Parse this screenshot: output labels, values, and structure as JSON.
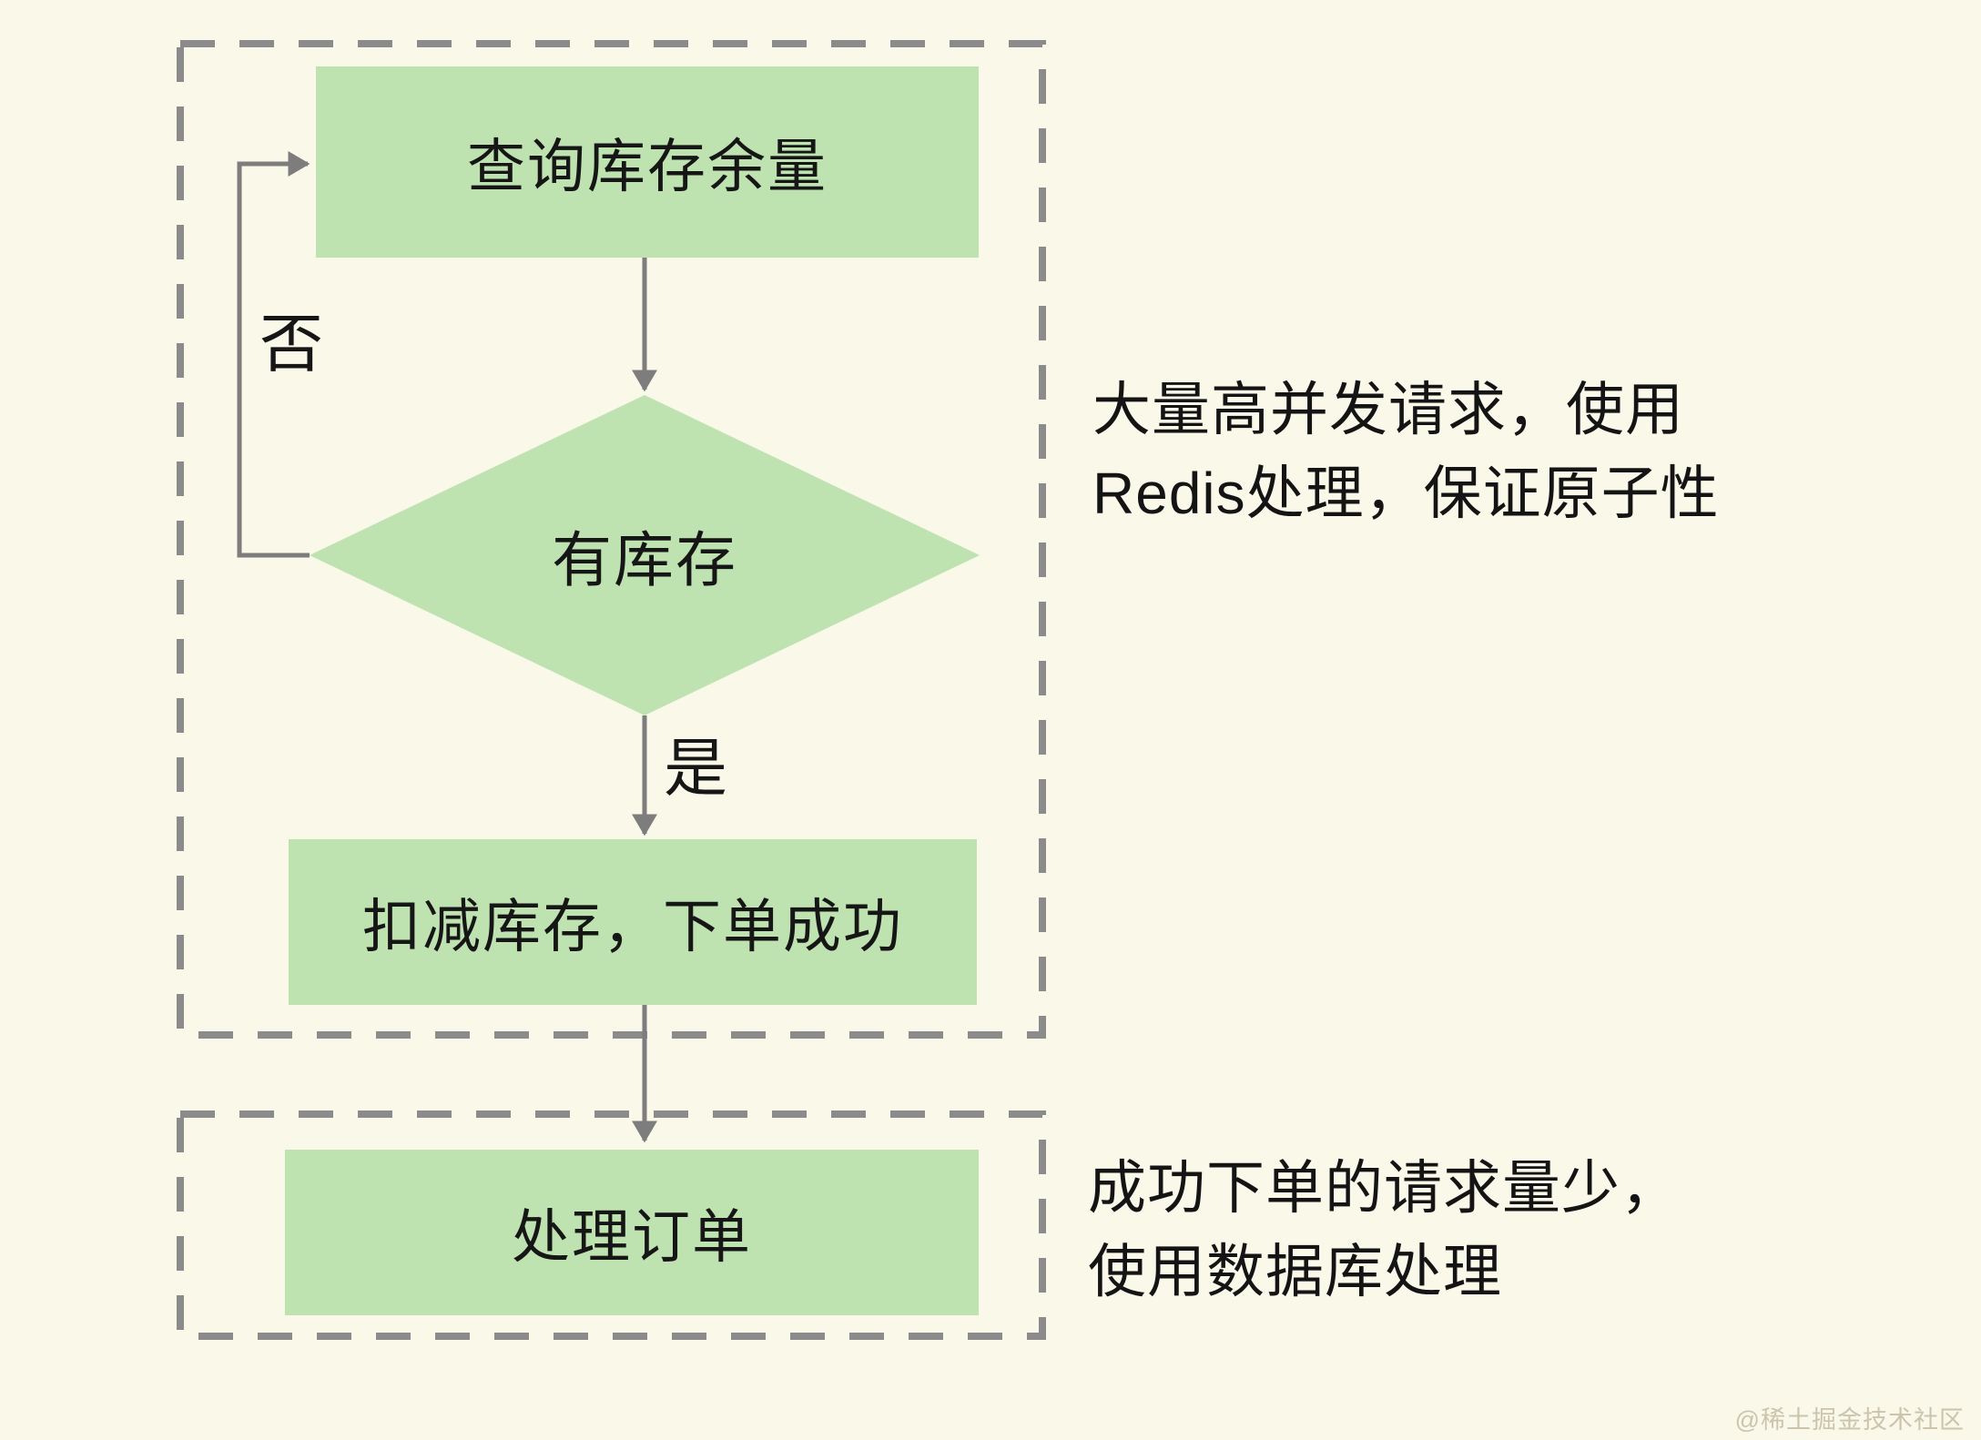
{
  "nodes": {
    "query_stock": {
      "label": "查询库存余量"
    },
    "has_stock": {
      "label": "有库存"
    },
    "deduct_stock": {
      "label": "扣减库存，下单成功"
    },
    "process_order": {
      "label": "处理订单"
    }
  },
  "edges": {
    "no_label": "否",
    "yes_label": "是"
  },
  "annotations": {
    "redis": {
      "line1": "大量高并发请求，使用",
      "line2": "Redis处理，保证原子性"
    },
    "database": {
      "line1": "成功下单的请求量少，",
      "line2": "使用数据库处理"
    }
  },
  "watermark": "@稀土掘金技术社区",
  "colors": {
    "background": "#faf8e9",
    "node_fill": "#bee3b1",
    "dashed_border": "#8b8b8b",
    "arrow": "#7d7d7d",
    "text": "#161616",
    "watermark": "#cbc5ae"
  }
}
